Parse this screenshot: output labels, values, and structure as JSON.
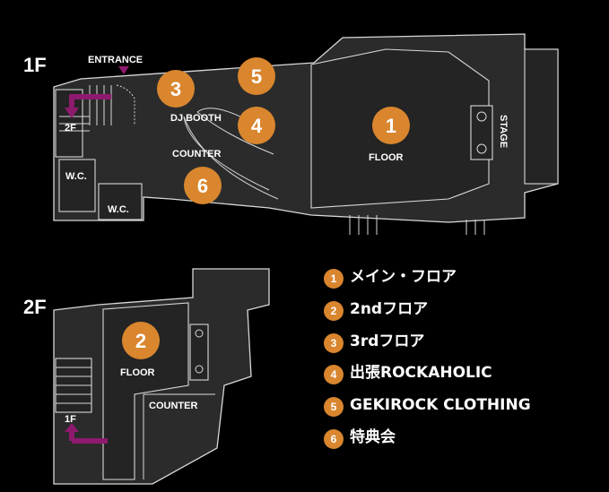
{
  "floors": {
    "first": {
      "title": "1F",
      "entrance": "ENTRANCE",
      "stairs_to": "2F",
      "dj_booth": "DJ BOOTH",
      "counter": "COUNTER",
      "wc1": "W.C.",
      "wc2": "W.C.",
      "floor": "FLOOR",
      "stage": "STAGE"
    },
    "second": {
      "title": "2F",
      "floor": "FLOOR",
      "counter": "COUNTER",
      "stairs_to": "1F"
    }
  },
  "markers": [
    "1",
    "2",
    "3",
    "4",
    "5",
    "6"
  ],
  "legend": [
    {
      "num": "1",
      "label": "メイン・フロア"
    },
    {
      "num": "2",
      "label": "2ndフロア"
    },
    {
      "num": "3",
      "label": "3rdフロア"
    },
    {
      "num": "4",
      "label": "出張ROCKAHOLIC"
    },
    {
      "num": "5",
      "label": "GEKIROCK CLOTHING"
    },
    {
      "num": "6",
      "label": "特典会"
    }
  ],
  "colors": {
    "marker": "#d9862e",
    "arrow": "#8e1a6e",
    "background": "#000000"
  }
}
